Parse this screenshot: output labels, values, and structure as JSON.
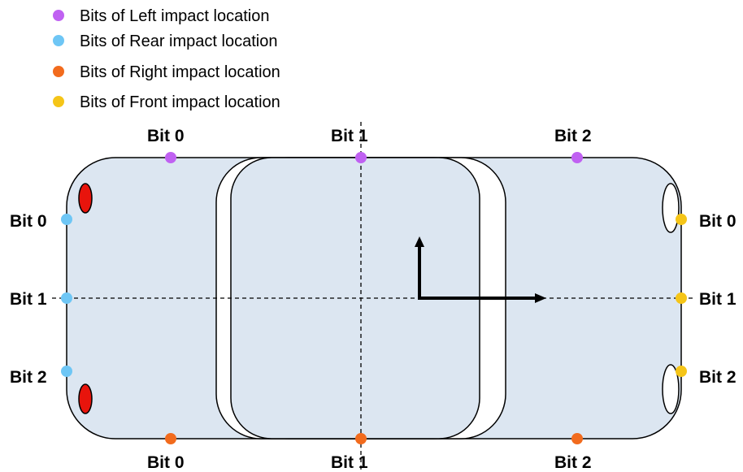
{
  "legend": {
    "items": [
      {
        "label": "Bits of Left impact location",
        "color": "#c061f2"
      },
      {
        "label": "Bits of Rear impact location",
        "color": "#6ec6f5"
      },
      {
        "label": "Bits of Right impact location",
        "color": "#f26b1d"
      },
      {
        "label": "Bits of Front impact location",
        "color": "#f5c518"
      }
    ]
  },
  "labels": {
    "left_side": [
      "Bit 0",
      "Bit 1",
      "Bit 2"
    ],
    "right_side": [
      "Bit 0",
      "Bit 1",
      "Bit 2"
    ],
    "rear": [
      "Bit 0",
      "Bit 1",
      "Bit 2"
    ],
    "front": [
      "Bit 0",
      "Bit 1",
      "Bit 2"
    ]
  },
  "colors": {
    "car_body": "#dce6f1",
    "tail_light": "#e8140c",
    "outline": "#000000"
  }
}
